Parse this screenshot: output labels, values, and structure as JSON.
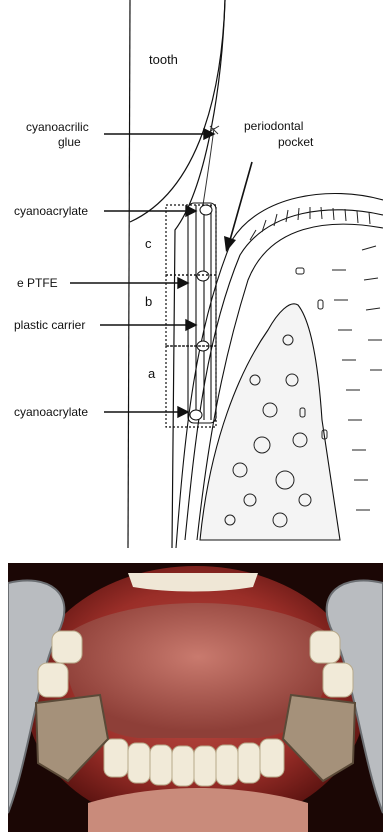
{
  "labels": {
    "tooth": "tooth",
    "glue_line1": "cyanoacrilic",
    "glue_line2": "glue",
    "pocket_line1": "periodontal",
    "pocket_line2": "pocket",
    "cyano_top": "cyanoacrylate",
    "eptfe": "e PTFE",
    "carrier": "plastic carrier",
    "cyano_bottom": "cyanoacrylate",
    "seg_a": "a",
    "seg_b": "b",
    "seg_c": "c"
  }
}
